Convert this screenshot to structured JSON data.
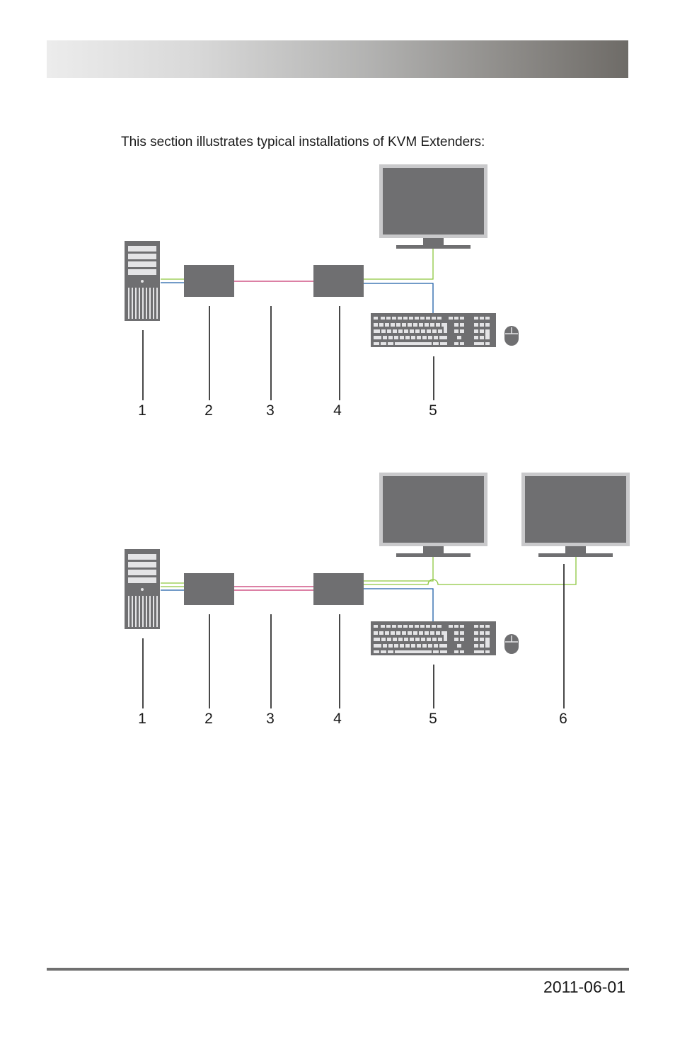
{
  "header": {},
  "intro_text": "This section illustrates typical installations of KVM Extenders:",
  "diagram_single": {
    "callouts": [
      "1",
      "2",
      "3",
      "4",
      "5"
    ]
  },
  "diagram_dual": {
    "callouts": [
      "1",
      "2",
      "3",
      "4",
      "5",
      "6"
    ]
  },
  "footer": {
    "date": "2011-06-01"
  },
  "colors": {
    "device_gray": "#6f6f71",
    "light_gray": "#c9c9cb",
    "video_cable": "#8dc63f",
    "usb_cable": "#1f5fa8",
    "link_cable": "#c8356f",
    "leader_line": "#1a1a1a"
  }
}
